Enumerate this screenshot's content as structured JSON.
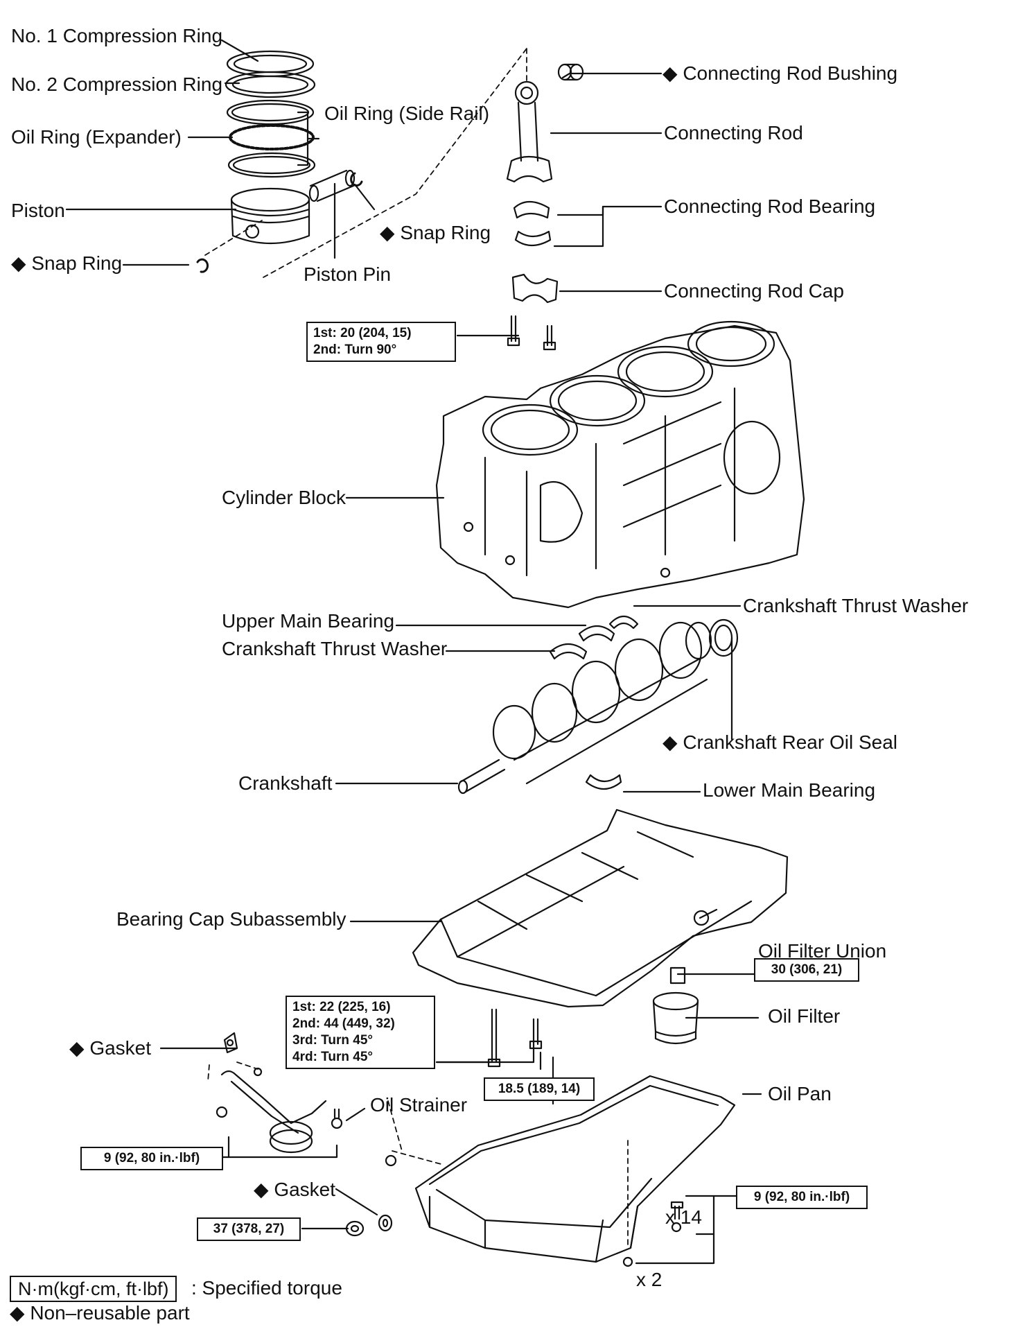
{
  "labels": {
    "no1_ring": "No. 1 Compression Ring",
    "no2_ring": "No. 2 Compression Ring",
    "oil_ring_side_rail": "Oil Ring (Side Rail)",
    "oil_ring_expander": "Oil Ring (Expander)",
    "piston": "Piston",
    "snap_ring_left": "◆ Snap Ring",
    "snap_ring_right": "◆ Snap Ring",
    "piston_pin": "Piston Pin",
    "rod_bushing": "◆ Connecting Rod Bushing",
    "connecting_rod": "Connecting Rod",
    "rod_bearing": "Connecting Rod Bearing",
    "rod_cap": "Connecting Rod Cap",
    "cylinder_block": "Cylinder Block",
    "thrust_washer_upper": "Crankshaft Thrust Washer",
    "upper_main_bearing": "Upper Main Bearing",
    "thrust_washer_lower": "Crankshaft Thrust Washer",
    "rear_oil_seal": "◆ Crankshaft Rear Oil Seal",
    "crankshaft": "Crankshaft",
    "lower_main_bearing": "Lower Main Bearing",
    "bearing_cap": "Bearing Cap Subassembly",
    "oil_filter_union": "Oil Filter Union",
    "oil_filter": "Oil Filter",
    "gasket_top": "◆ Gasket",
    "oil_strainer": "Oil Strainer",
    "oil_pan": "Oil Pan",
    "gasket_bottom": "◆ Gasket",
    "x14": "x 14",
    "x2": "x 2"
  },
  "torque": {
    "rod_cap_1": "1st: 20 (204, 15)",
    "rod_cap_2": "2nd: Turn 90°",
    "oil_filter_union": "30 (306, 21)",
    "main_1": "1st: 22 (225, 16)",
    "main_2": "2nd: 44 (449, 32)",
    "main_3": "3rd: Turn 45°",
    "main_4": "4rd: Turn 45°",
    "cap_bolt": "18.5 (189, 14)",
    "strainer": "9 (92, 80 in.·lbf)",
    "drain_plug": "37 (378, 27)",
    "oil_pan": "9 (92, 80 in.·lbf)"
  },
  "legend": {
    "unit_box": "N·m(kgf·cm, ft·lbf)",
    "unit_text": ": Specified torque",
    "nonreusable": "◆ Non–reusable part"
  }
}
